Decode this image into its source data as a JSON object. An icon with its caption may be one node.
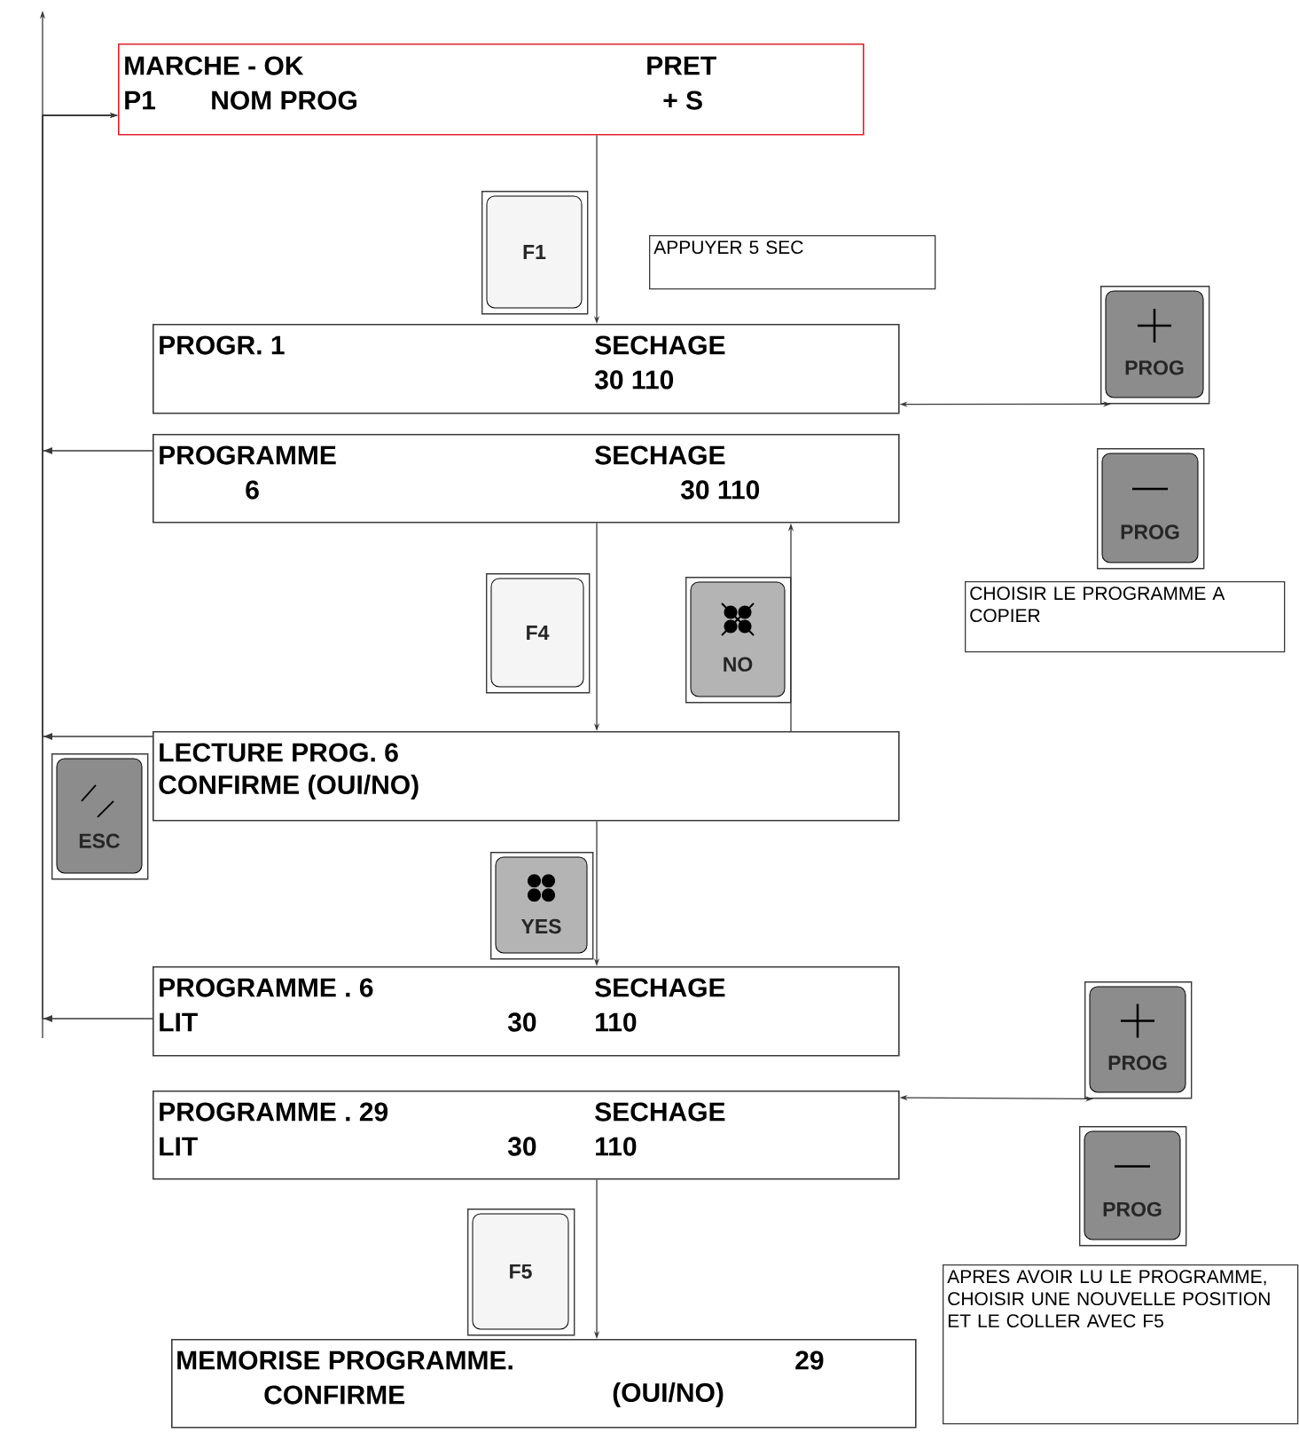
{
  "diagram": {
    "nodes": [
      {
        "text": [
          "MARCHE - OK",
          "PRET",
          "P1",
          "NOM PROG",
          "+ S"
        ]
      },
      {
        "text": [
          "F1"
        ]
      },
      {
        "text": [
          "APPUYER 5 SEC"
        ]
      },
      {
        "text": [
          "PROGR. 1",
          "SECHAGE",
          "30 110"
        ]
      },
      {
        "text": [
          "PROG"
        ]
      },
      {
        "text": [
          "PROGRAMME",
          "SECHAGE",
          "6",
          "30 110"
        ]
      },
      {
        "text": [
          "PROG"
        ]
      },
      {
        "text": [
          "CHOISIR LE PROGRAMME A COPIER"
        ]
      },
      {
        "text": [
          "F4"
        ]
      },
      {
        "text": [
          "NO"
        ]
      },
      {
        "text": [
          "LECTURE PROG. 6",
          "CONFIRME (OUI/NO)"
        ]
      },
      {
        "text": [
          "ESC"
        ]
      },
      {
        "text": [
          "YES"
        ]
      },
      {
        "text": [
          "PROGRAMME . 6",
          "SECHAGE",
          "LIT",
          "30",
          "110"
        ]
      },
      {
        "text": [
          "PROG"
        ]
      },
      {
        "text": [
          "PROGRAMME . 29",
          "SECHAGE",
          "LIT",
          "30",
          "110"
        ]
      },
      {
        "text": [
          "PROG"
        ]
      },
      {
        "text": [
          "F5"
        ]
      },
      {
        "text": [
          "APRES AVOIR LU LE PROGRAMME, CHOISIR UNE NOUVELLE POSITION ET LE COLLER AVEC F5"
        ]
      },
      {
        "text": [
          "MEMORISE PROGRAMME.",
          "29",
          "CONFIRME",
          "(OUI/NO)"
        ]
      }
    ],
    "edges": [
      {
        "from": 0,
        "to": 3,
        "arrow": "to"
      },
      {
        "from": 3,
        "to": 4,
        "arrow": "both"
      },
      {
        "from": 5,
        "to": 0,
        "arrow": "to"
      },
      {
        "from": 5,
        "to": 10,
        "arrow": "to"
      },
      {
        "from": 10,
        "to": 5,
        "arrow": "to"
      },
      {
        "from": 10,
        "to": 0,
        "arrow": "to"
      },
      {
        "from": 10,
        "to": 13,
        "arrow": "to"
      },
      {
        "from": 13,
        "to": 0,
        "arrow": "to"
      },
      {
        "from": 15,
        "to": 14,
        "arrow": "both"
      },
      {
        "from": 15,
        "to": 19,
        "arrow": "to"
      }
    ]
  }
}
